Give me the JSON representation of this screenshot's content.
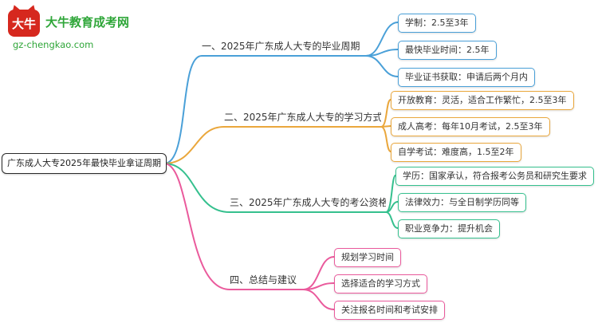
{
  "brand": {
    "logo_text": "大牛",
    "site_name": "大牛教育成考网",
    "site_url": "gz-chengkao.com",
    "brand_red": "#d6281e",
    "brand_green": "#2fa639"
  },
  "root": {
    "label": "广东成人大专2025年最快毕业拿证周期"
  },
  "branches": [
    {
      "label": "一、2025年广东成人大专的毕业周期",
      "color": "#4aa0d8",
      "children": [
        "学制：2.5至3年",
        "最快毕业时间：2.5年",
        "毕业证书获取：申请后两个月内"
      ]
    },
    {
      "label": "二、2025年广东成人大专的学习方式",
      "color": "#eaa73c",
      "children": [
        "开放教育：灵活，适合工作繁忙，2.5至3年",
        "成人高考：每年10月考试，2.5至3年",
        "自学考试：难度高，1.5至2年"
      ]
    },
    {
      "label": "三、2025年广东成人大专的考公资格",
      "color": "#35c08e",
      "children": [
        "学历：国家承认，符合报考公务员和研究生要求",
        "法律效力：与全日制学历同等",
        "职业竞争力：提升机会"
      ]
    },
    {
      "label": "四、总结与建议",
      "color": "#ea5a9c",
      "children": [
        "规划学习时间",
        "选择适合的学习方式",
        "关注报名时间和考试安排"
      ]
    }
  ]
}
